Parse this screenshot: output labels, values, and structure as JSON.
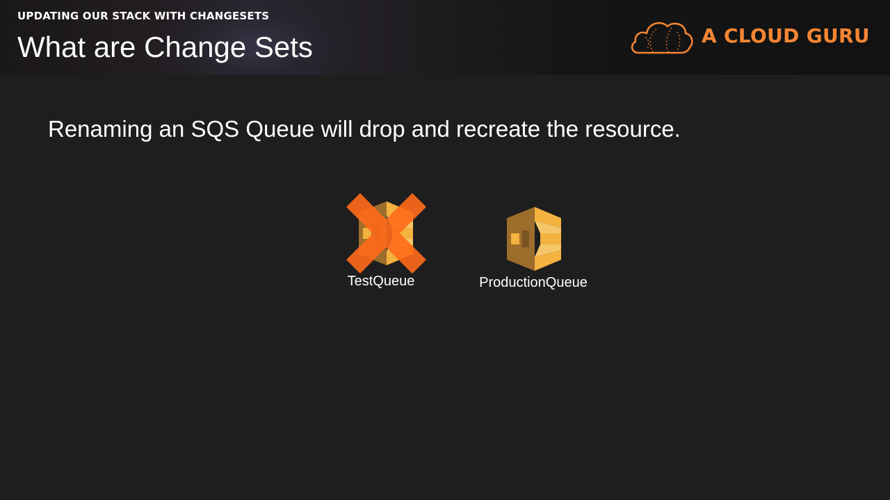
{
  "header": {
    "section_label": "UPDATING OUR STACK WITH CHANGESETS",
    "title": "What are Change Sets"
  },
  "brand": {
    "name": "A CLOUD GURU",
    "logo_icon": "cloud-icon",
    "color": "#f58535"
  },
  "main": {
    "statement": "Renaming an SQS Queue will drop and recreate the resource.",
    "queues": [
      {
        "label": "TestQueue",
        "icon": "sqs-queue-icon",
        "crossed_out": true
      },
      {
        "label": "ProductionQueue",
        "icon": "sqs-queue-icon",
        "crossed_out": false
      }
    ]
  },
  "colors": {
    "background": "#1e1e1e",
    "sqs_light": "#f4b23e",
    "sqs_dark": "#9d6d2c",
    "cross": "#ff6a1a"
  }
}
